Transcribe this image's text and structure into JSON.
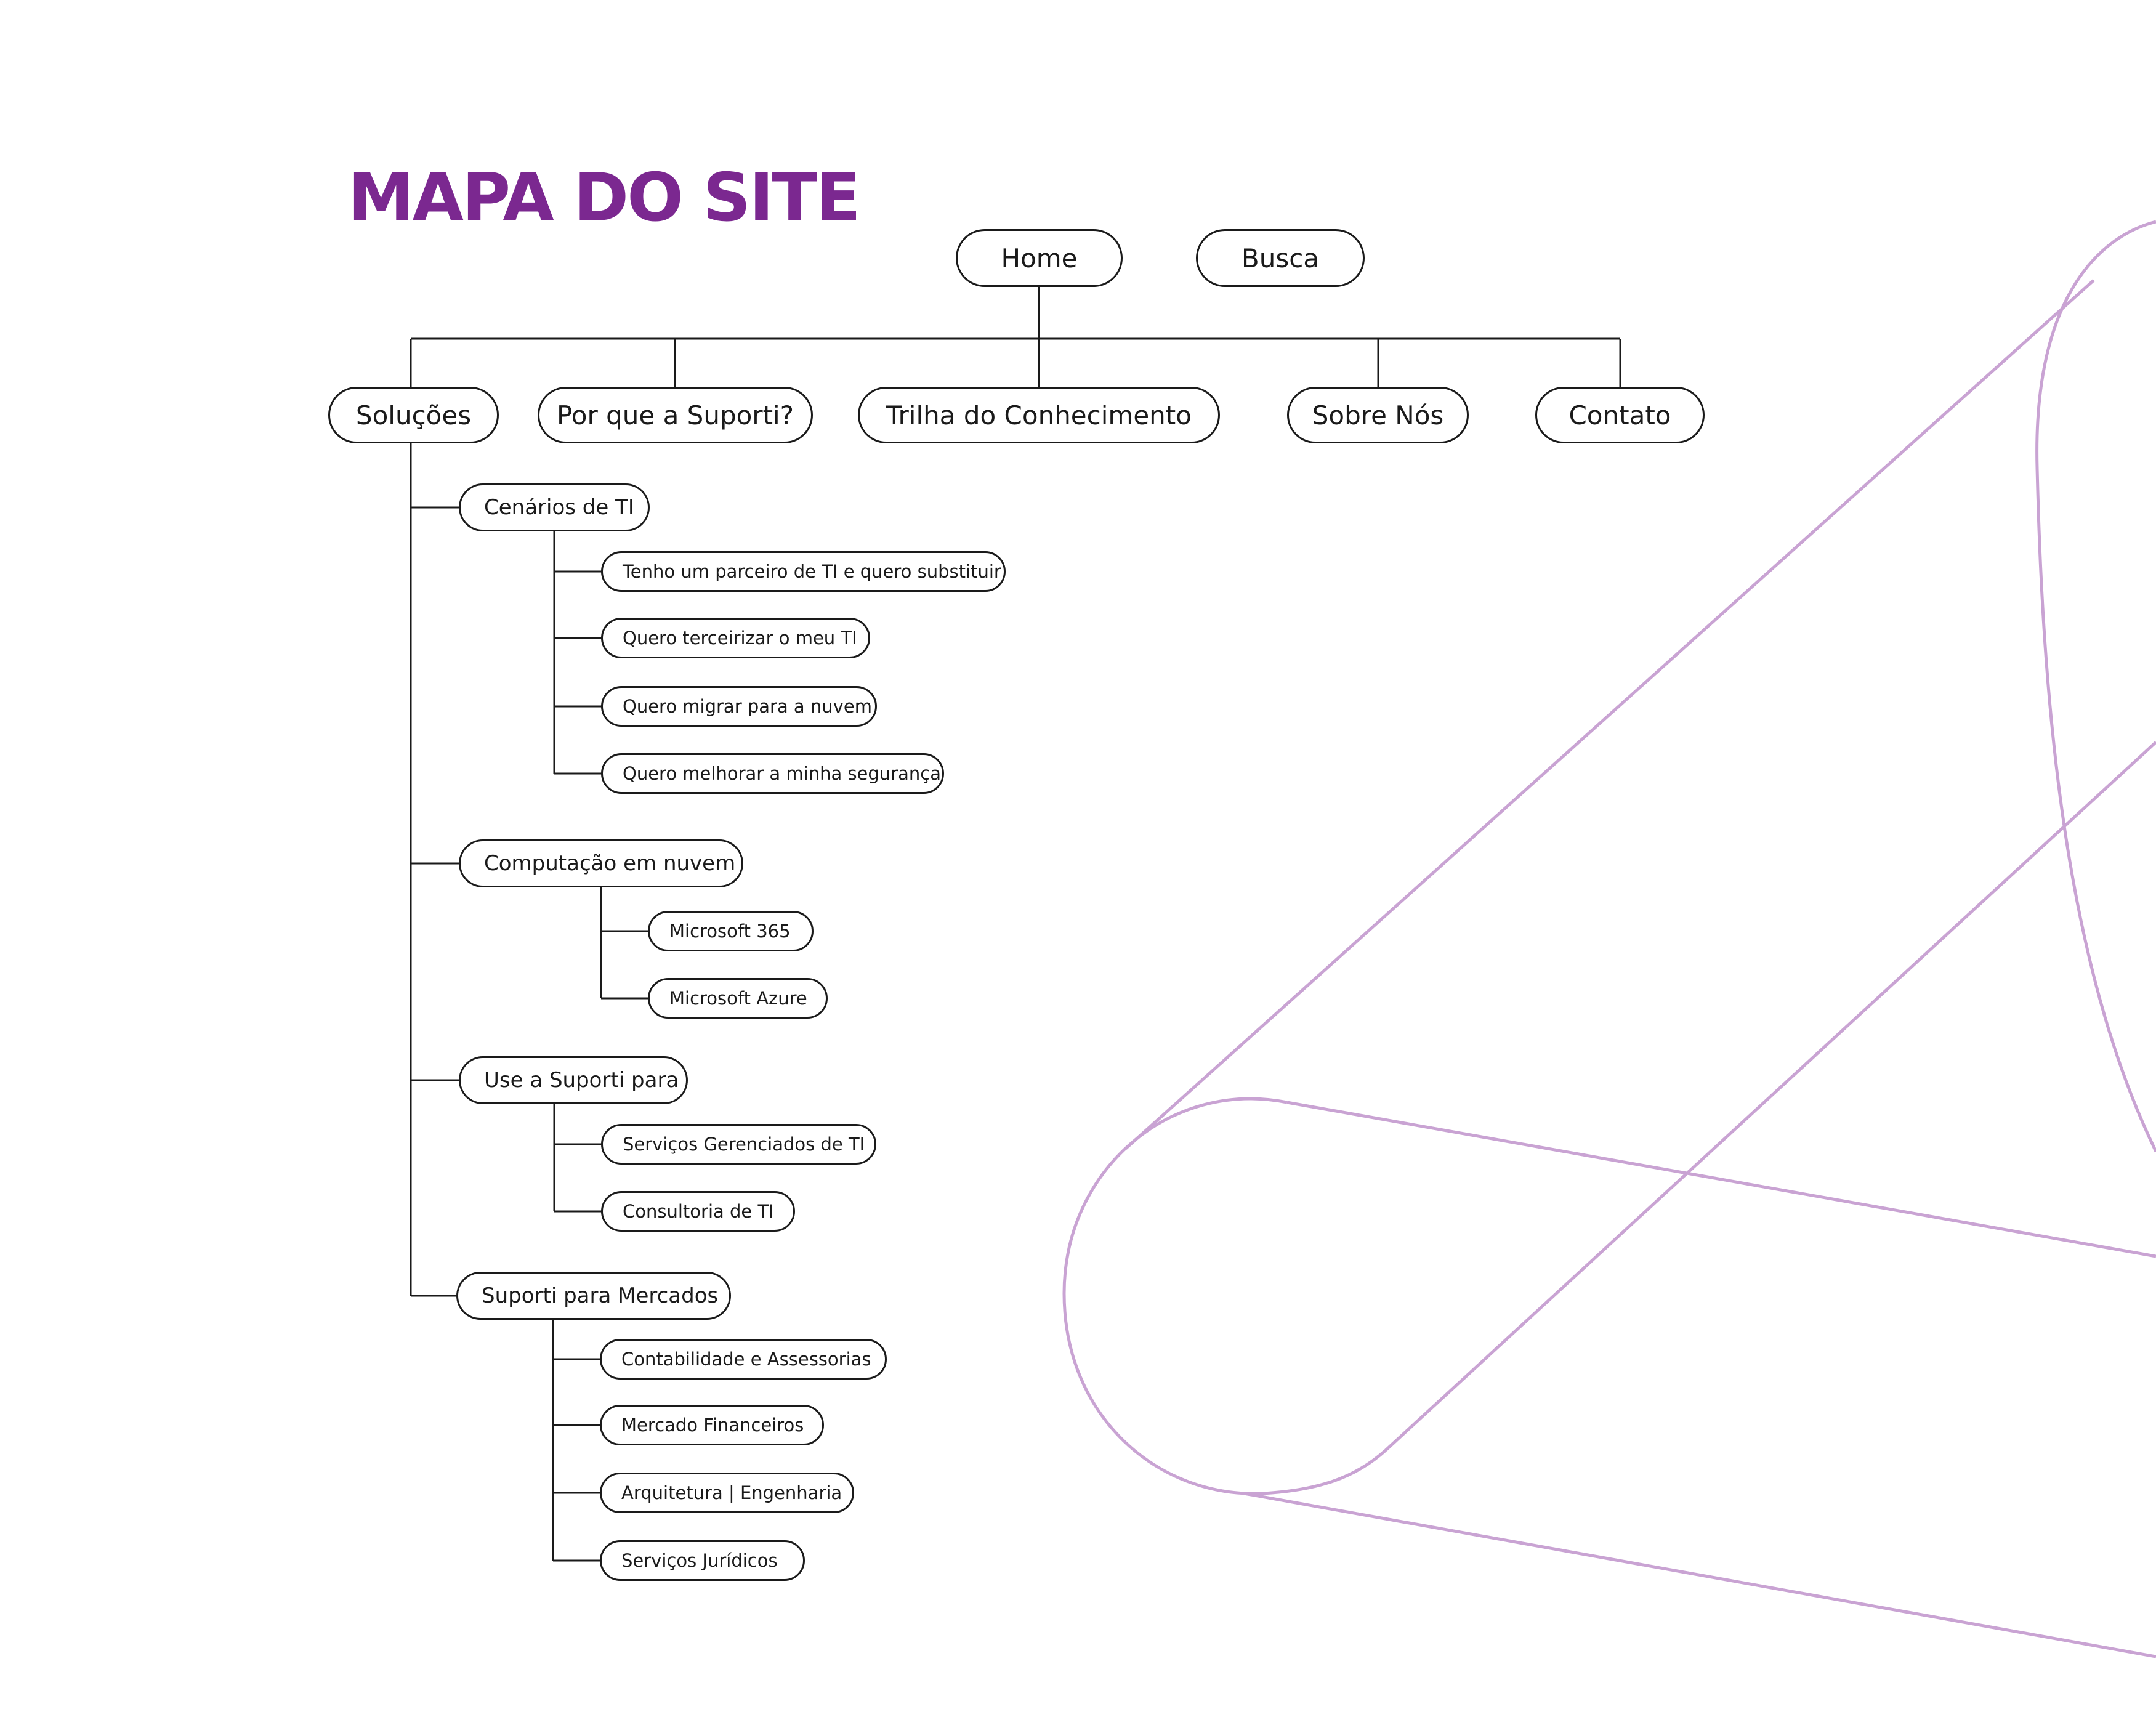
{
  "title": "MAPA DO SITE",
  "colors": {
    "title": "#7B2890",
    "decoration": "#C9A3D3",
    "line": "#1a1a1a"
  },
  "top_nodes": {
    "home": "Home",
    "search": "Busca"
  },
  "main_nav": [
    "Soluções",
    "Por que a Suporti?",
    "Trilha do Conhecimento",
    "Sobre Nós",
    "Contato"
  ],
  "solutions": [
    {
      "label": "Cenários de TI",
      "children": [
        "Tenho um parceiro de TI e quero substituir",
        "Quero terceirizar o meu TI",
        "Quero migrar para a nuvem",
        "Quero melhorar a minha segurança"
      ]
    },
    {
      "label": "Computação em nuvem",
      "children": [
        "Microsoft 365",
        "Microsoft Azure"
      ]
    },
    {
      "label": "Use a Suporti para",
      "children": [
        "Serviços Gerenciados de TI",
        "Consultoria de TI"
      ]
    },
    {
      "label": "Suporti para Mercados",
      "children": [
        "Contabilidade e Assessorias",
        "Mercado Financeiros",
        "Arquitetura | Engenharia",
        "Serviços Jurídicos"
      ]
    }
  ]
}
